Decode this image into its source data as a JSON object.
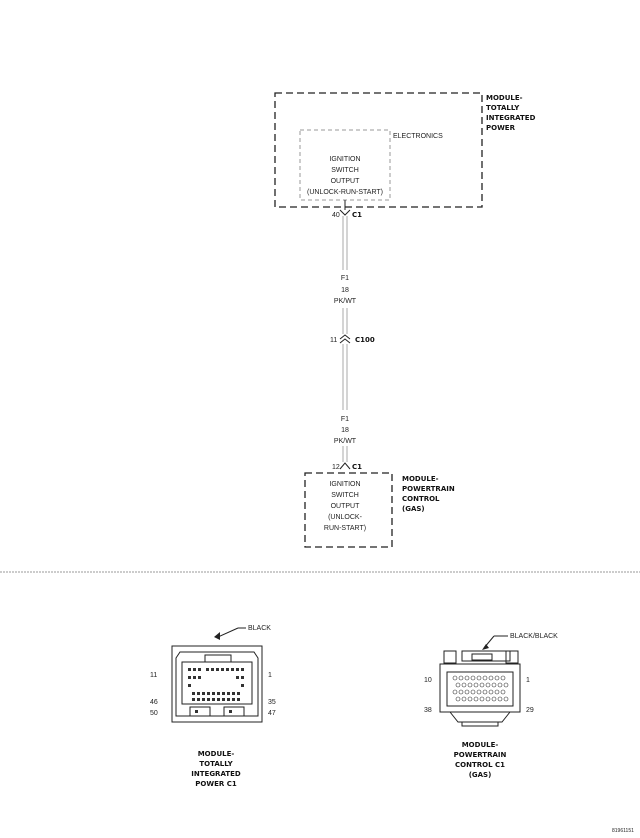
{
  "tipm": {
    "title_lines": [
      "MODULE-",
      "TOTALLY",
      "INTEGRATED",
      "POWER"
    ],
    "electronics_label": "ELECTRONICS",
    "circuit_lines": [
      "IGNITION",
      "SWITCH",
      "OUTPUT",
      "(UNLOCK-RUN-START)"
    ],
    "pin": "40",
    "connector": "C1"
  },
  "wire_upper": {
    "circuit": "F1",
    "gauge": "18",
    "color": "PK/WT"
  },
  "inline_connector": {
    "pin": "11",
    "name": "C100"
  },
  "wire_lower": {
    "circuit": "F1",
    "gauge": "18",
    "color": "PK/WT"
  },
  "pcm": {
    "title_lines": [
      "MODULE-",
      "POWERTRAIN",
      "CONTROL",
      "(GAS)"
    ],
    "circuit_lines": [
      "IGNITION",
      "SWITCH",
      "OUTPUT",
      "(UNLOCK-",
      "RUN-START)"
    ],
    "pin": "12",
    "connector": "C1"
  },
  "tipm_face": {
    "color_label": "BLACK",
    "pin_labels": {
      "top_left": "11",
      "top_right": "1",
      "mid_left": "46",
      "mid_right": "35",
      "bottom_left": "50",
      "bottom_right": "47"
    },
    "caption_lines": [
      "MODULE-",
      "TOTALLY",
      "INTEGRATED",
      "POWER C1"
    ]
  },
  "pcm_face": {
    "color_label": "BLACK/BLACK",
    "pin_labels": {
      "top_left": "10",
      "top_right": "1",
      "bottom_left": "38",
      "bottom_right": "29"
    },
    "caption_lines": [
      "MODULE-",
      "POWERTRAIN",
      "CONTROL C1",
      "(GAS)"
    ]
  },
  "figure_id": "81961151"
}
